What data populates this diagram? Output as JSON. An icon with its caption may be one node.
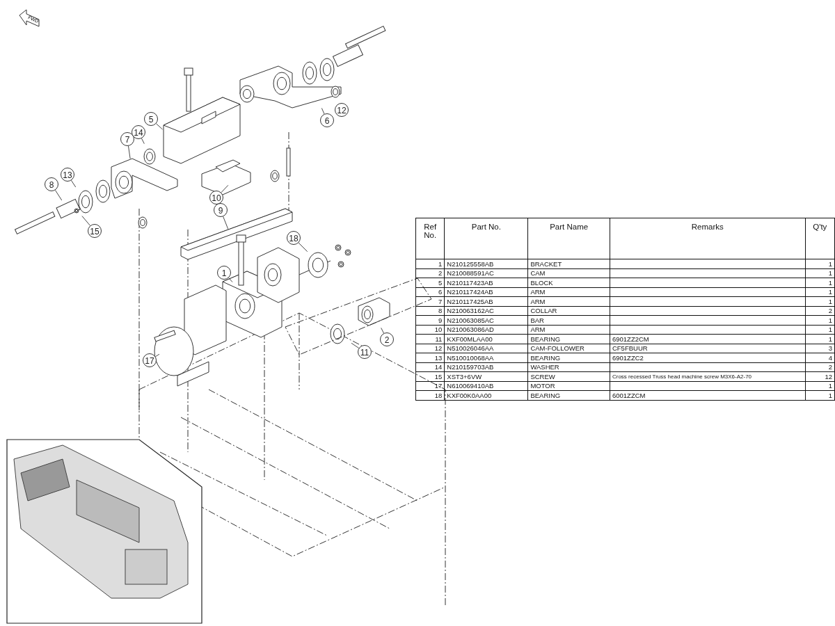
{
  "diagram": {
    "nodes": [
      {
        "text": [
          "12"
        ]
      },
      {
        "text": [
          "6"
        ]
      },
      {
        "text": [
          "5"
        ]
      },
      {
        "text": [
          "14"
        ]
      },
      {
        "text": [
          "7"
        ]
      },
      {
        "text": [
          "13"
        ]
      },
      {
        "text": [
          "8"
        ]
      },
      {
        "text": [
          "10"
        ]
      },
      {
        "text": [
          "9"
        ]
      },
      {
        "text": [
          "15"
        ]
      },
      {
        "text": [
          "18"
        ]
      },
      {
        "text": [
          "1"
        ]
      },
      {
        "text": [
          "2"
        ]
      },
      {
        "text": [
          "11"
        ]
      },
      {
        "text": [
          "17"
        ]
      }
    ],
    "edges": [
      {
        "from": 0,
        "to": null,
        "arrow": "none"
      },
      {
        "from": 1,
        "to": null,
        "arrow": "none"
      },
      {
        "from": 2,
        "to": null,
        "arrow": "none"
      },
      {
        "from": 3,
        "to": null,
        "arrow": "none"
      },
      {
        "from": 4,
        "to": null,
        "arrow": "none"
      },
      {
        "from": 5,
        "to": null,
        "arrow": "none"
      },
      {
        "from": 6,
        "to": null,
        "arrow": "none"
      },
      {
        "from": 7,
        "to": null,
        "arrow": "none"
      },
      {
        "from": 8,
        "to": null,
        "arrow": "none"
      },
      {
        "from": 9,
        "to": null,
        "arrow": "none"
      },
      {
        "from": 10,
        "to": null,
        "arrow": "none"
      },
      {
        "from": 11,
        "to": null,
        "arrow": "none"
      },
      {
        "from": 12,
        "to": null,
        "arrow": "none"
      },
      {
        "from": 13,
        "to": null,
        "arrow": "none"
      },
      {
        "from": 14,
        "to": null,
        "arrow": "none"
      }
    ],
    "labels": [
      "FWD",
      "Ref No.",
      "Part No.",
      "Part Name",
      "Remarks",
      "Q'ty",
      "1",
      "N210125558AB",
      "BRACKET",
      "1",
      "2",
      "N210088591AC",
      "CAM",
      "1",
      "5",
      "N210117423AB",
      "BLOCK",
      "1",
      "6",
      "N210117424AB",
      "ARM",
      "1",
      "7",
      "N210117425AB",
      "ARM",
      "1",
      "8",
      "N210063162AC",
      "COLLAR",
      "2",
      "9",
      "N210063085AC",
      "BAR",
      "1",
      "10",
      "N210063086AD",
      "ARM",
      "1",
      "11",
      "KXF00MLAA00",
      "BEARING",
      "6901ZZ2CM",
      "1",
      "12",
      "N510026046AA",
      "CAM-FOLLOWER",
      "CF5FBUUR",
      "3",
      "13",
      "N510010068AA",
      "BEARING",
      "6901ZZC2",
      "4",
      "14",
      "N210159703AB",
      "WASHER",
      "2",
      "15",
      "XST3+6VW",
      "SCREW",
      "Cross recessed Truss head machine screw M3X6-A2-70",
      "12",
      "17",
      "N610069410AB",
      "MOTOR",
      "1",
      "18",
      "KXF00K0AA00",
      "BEARING",
      "6001ZZCM",
      "1"
    ]
  }
}
